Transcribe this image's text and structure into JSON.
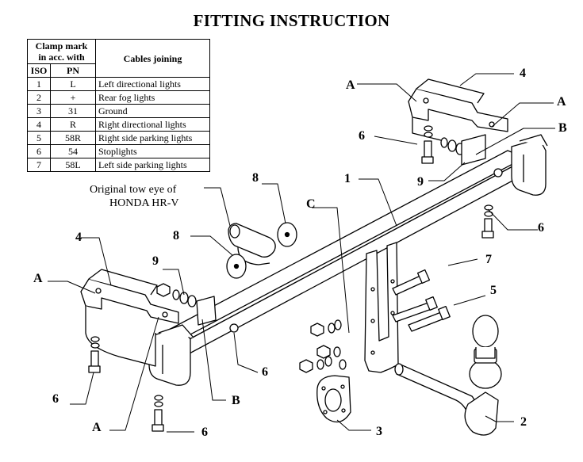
{
  "title": "FITTING INSTRUCTION",
  "table": {
    "header_clamp_line1": "Clamp mark",
    "header_clamp_line2": "in acc. with",
    "header_cables": "Cables joining",
    "header_iso": "ISO",
    "header_pn": "PN",
    "rows": [
      {
        "iso": "1",
        "pn": "L",
        "desc": "Left directional lights"
      },
      {
        "iso": "2",
        "pn": "+",
        "desc": "Rear fog lights"
      },
      {
        "iso": "3",
        "pn": "31",
        "desc": "Ground"
      },
      {
        "iso": "4",
        "pn": "R",
        "desc": "Right directional lights"
      },
      {
        "iso": "5",
        "pn": "58R",
        "desc": "Right side parking lights"
      },
      {
        "iso": "6",
        "pn": "54",
        "desc": "Stoplights"
      },
      {
        "iso": "7",
        "pn": "58L",
        "desc": "Left side parking lights"
      }
    ]
  },
  "note": {
    "line1": "Original tow  eye of",
    "line2": "HONDA HR-V"
  },
  "labels": {
    "A_top": "A",
    "label_4_top": "4",
    "A_right": "A",
    "B_right": "B",
    "label_6_top": "6",
    "label_1": "1",
    "label_9_top": "9",
    "label_6_right": "6",
    "label_8_top": "8",
    "C": "C",
    "label_8_mid": "8",
    "label_4_left": "4",
    "label_9_left": "9",
    "A_left": "A",
    "label_7": "7",
    "label_5": "5",
    "label_6_mid": "6",
    "label_6_left": "6",
    "B_bottom": "B",
    "label_2": "2",
    "A_bottom": "A",
    "label_3": "3",
    "label_6_bottom": "6"
  }
}
